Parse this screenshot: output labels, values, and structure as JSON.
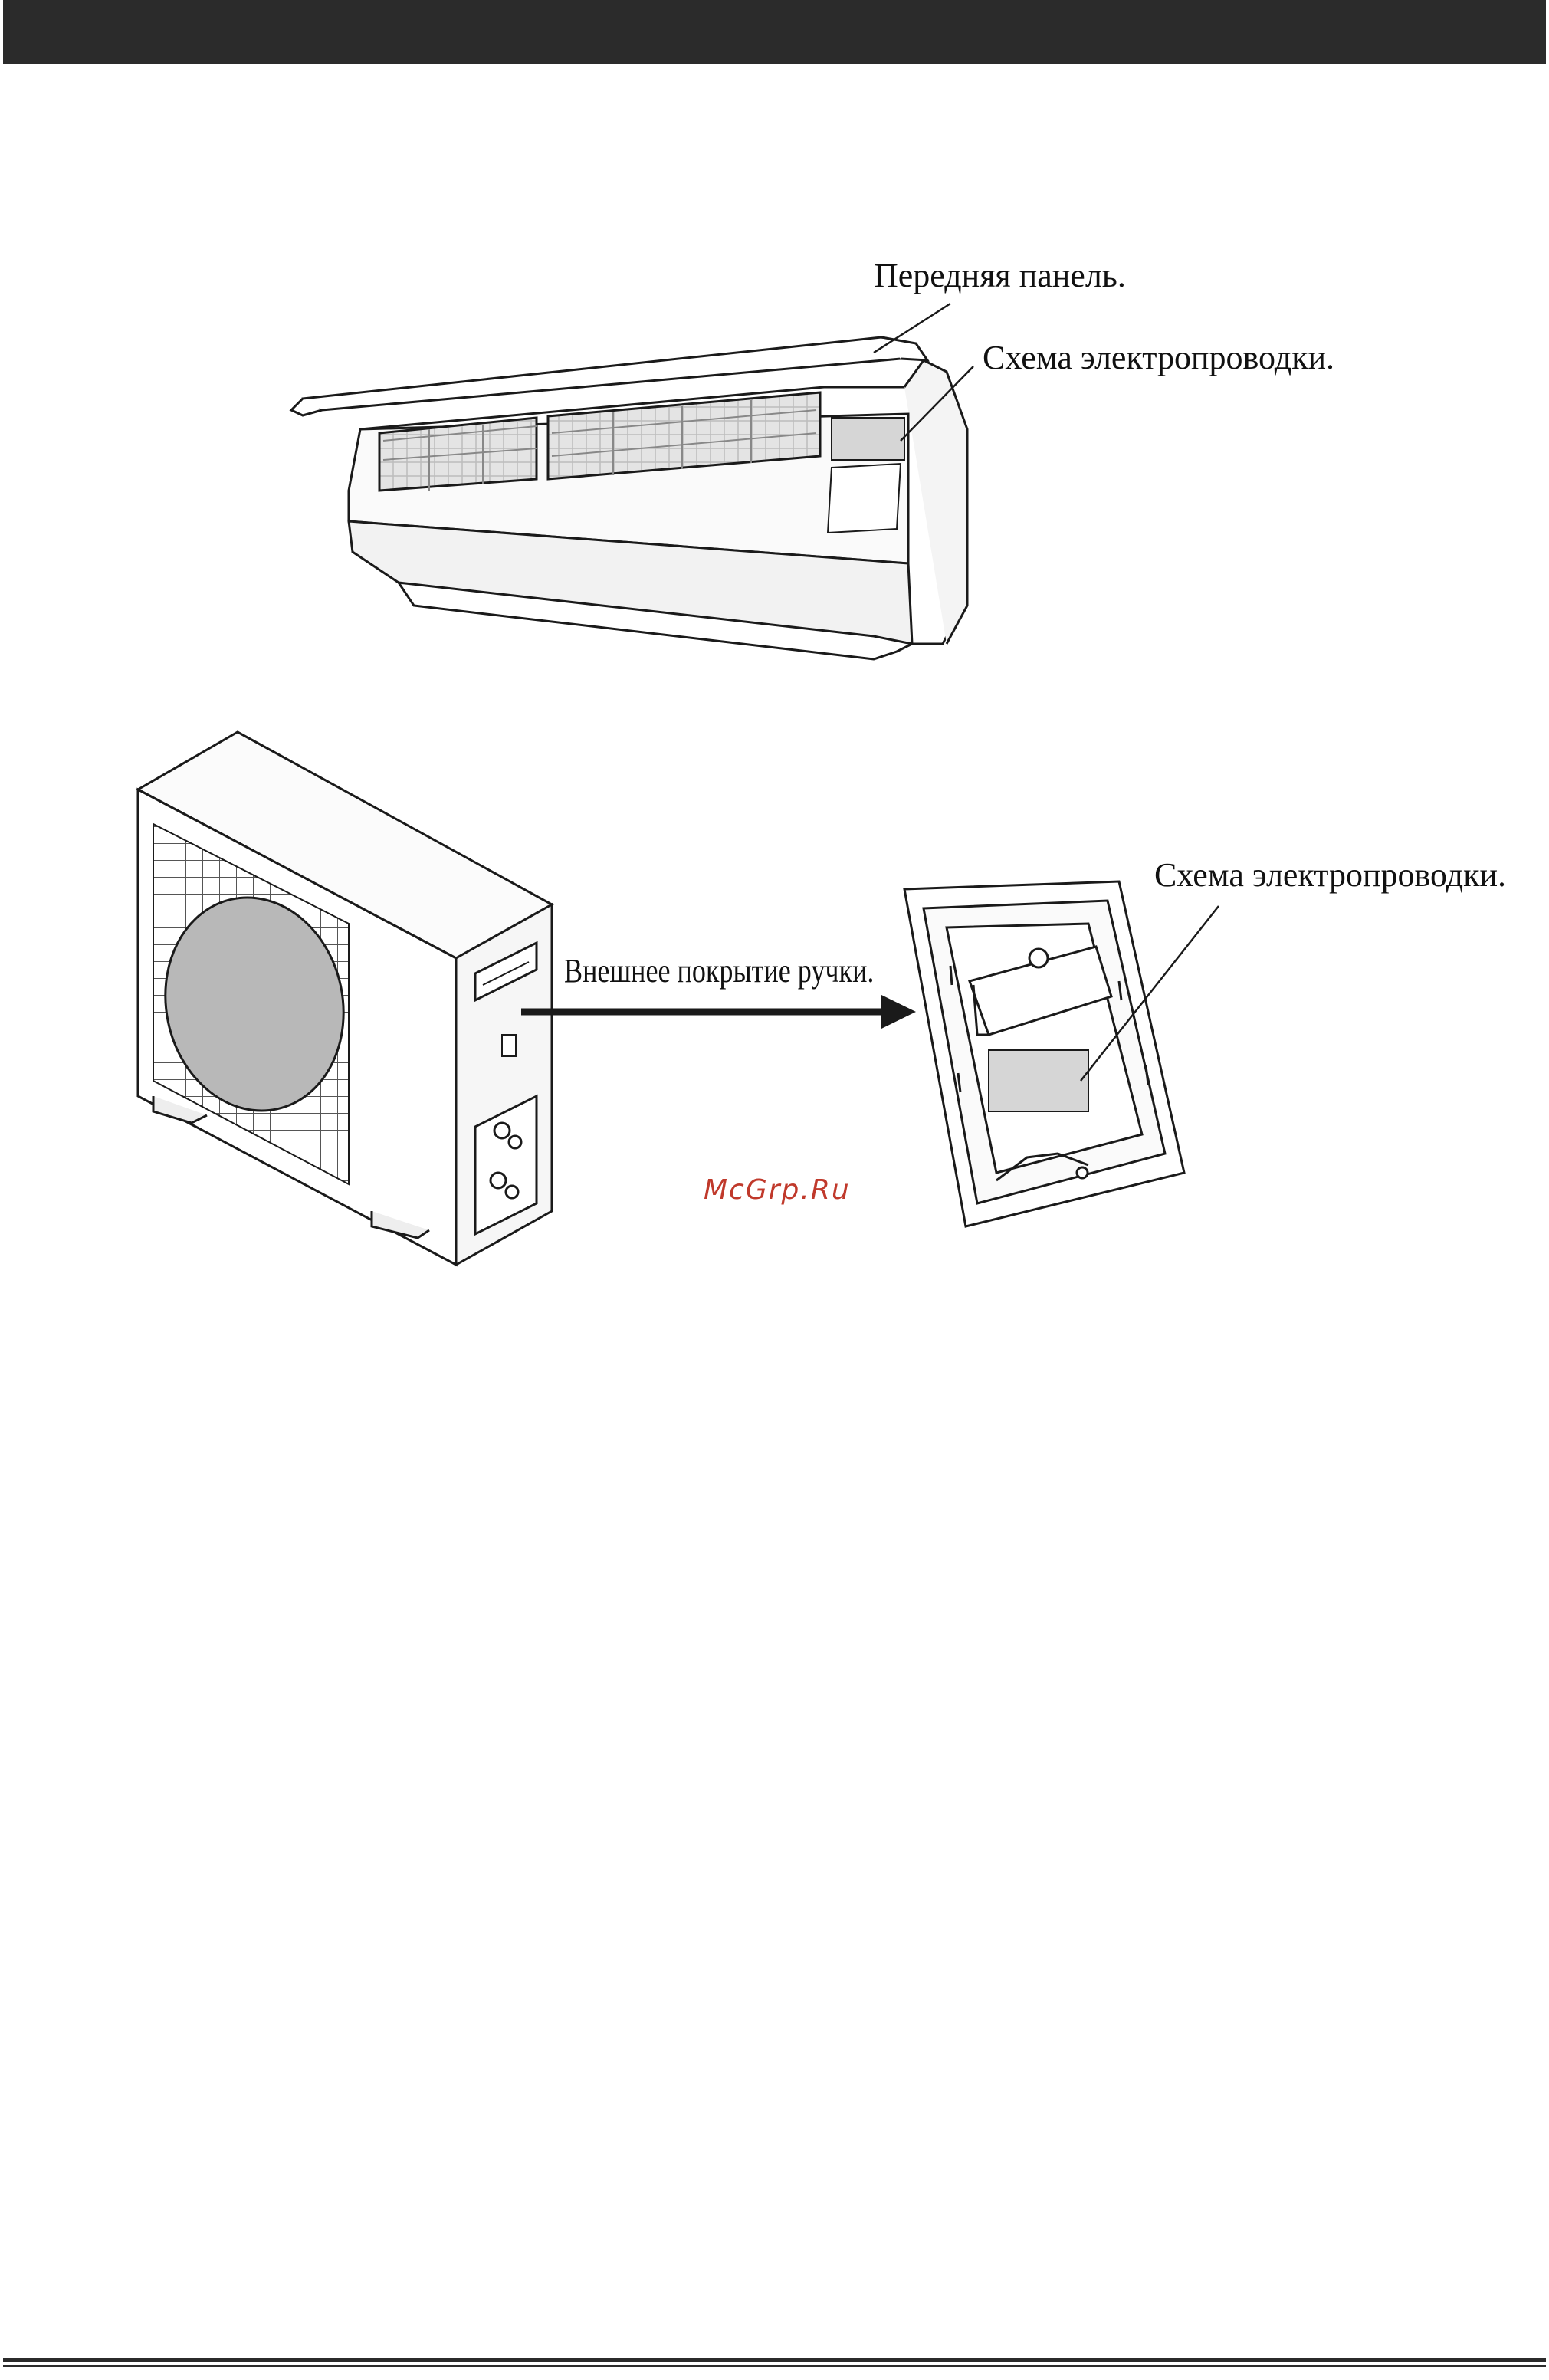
{
  "labels": {
    "front_panel": "Передняя панель.",
    "wiring_indoor": "Схема электропроводки.",
    "handle_cover": "Внешнее покрытие ручки.",
    "wiring_outdoor": "Схема электропроводки."
  },
  "watermark": "McGrp.Ru",
  "colors": {
    "bar": "#2b2b2b",
    "line": "#1a1a1a",
    "shade": "#d6d6d6",
    "watermark": "#c0392b"
  }
}
